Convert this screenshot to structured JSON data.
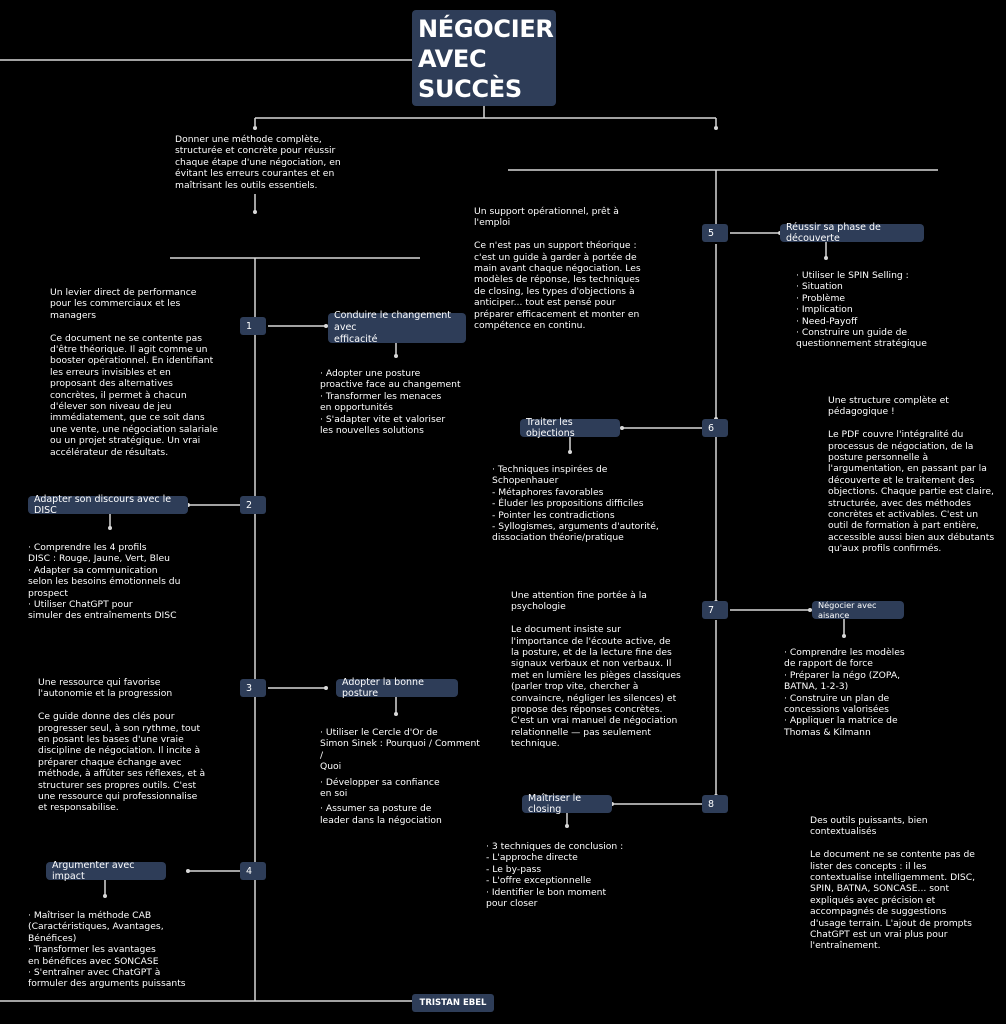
{
  "title": {
    "lines": [
      "NÉGOCIER",
      "AVEC",
      "SUCCÈS"
    ]
  },
  "intro": "Donner une méthode complète,\nstructurée et concrète pour réussir\nchaque étape d'une négociation, en\névitant les erreurs courantes et en\nmaîtrisant les outils essentiels.",
  "sections": [
    {
      "num": "1",
      "label": "Conduire le changement avec\nefficacité",
      "bullets": [
        "·            Adopter une posture\nproactive face au changement",
        "·            Transformer les menaces\nen opportunités",
        "·            S'adapter vite et valoriser\nles nouvelles solutions"
      ]
    },
    {
      "num": "2",
      "label": "Adapter son discours avec le DISC",
      "bullets": [
        "·            Comprendre les 4 profils\nDISC : Rouge, Jaune, Vert, Bleu",
        "·            Adapter sa communication\nselon les besoins émotionnels du\nprospect",
        "·            Utiliser ChatGPT pour\nsimuler des entraînements DISC"
      ]
    },
    {
      "num": "3",
      "label": "Adopter la bonne posture",
      "bullets": [
        "·            Utiliser le Cercle d'Or de\nSimon Sinek : Pourquoi / Comment /\nQuoi",
        "·            Développer sa confiance\nen soi",
        "·            Assumer sa posture de\nleader dans la négociation"
      ]
    },
    {
      "num": "4",
      "label": "Argumenter avec impact",
      "bullets": [
        "·            Maîtriser la méthode CAB\n(Caractéristiques, Avantages,\nBénéfices)",
        "·            Transformer les avantages\nen bénéfices avec SONCASE",
        "·            S'entraîner avec ChatGPT à\nformuler des arguments puissants"
      ]
    },
    {
      "num": "5",
      "label": "Réussir sa phase de découverte",
      "bullets": [
        "·            Utiliser le SPIN Selling :",
        "·            Situation",
        "·            Problème",
        "·            Implication",
        "·            Need-Payoff",
        "·            Construire un guide de\nquestionnement stratégique"
      ]
    },
    {
      "num": "6",
      "label": "Traiter les objections",
      "bullets": [
        "·            Techniques inspirées de\nSchopenhauer",
        "- Métaphores favorables",
        "- Éluder les propositions difficiles",
        "- Pointer les contradictions",
        "- Syllogismes, arguments d'autorité,\ndissociation théorie/pratique"
      ]
    },
    {
      "num": "7",
      "label": "Négocier avec aisance",
      "bullets": [
        "·            Comprendre les modèles\nde rapport de force",
        "·            Préparer la négo (ZOPA,\nBATNA, 1-2-3)",
        "·            Construire un plan de\nconcessions valorisées",
        "·            Appliquer la matrice de\nThomas & Kilmann"
      ]
    },
    {
      "num": "8",
      "label": "Maîtriser le closing",
      "bullets": [
        "·            3 techniques de conclusion :",
        "- L'approche directe",
        "- Le by-pass",
        "- L'offre exceptionnelle",
        "·            Identifier le bon moment\npour closer"
      ]
    }
  ],
  "notes": {
    "n1": "Un levier direct de performance\npour les commerciaux et les\nmanagers\n\nCe document ne se contente pas\nd'être théorique. Il agit comme un\nbooster opérationnel. En identifiant\nles erreurs invisibles et en\nproposant des alternatives\nconcrètes, il permet à chacun\nd'élever son niveau de jeu\nimmédiatement, que ce soit dans\nune vente, une négociation salariale\nou un projet stratégique. Un vrai\naccélérateur de résultats.",
    "n2": "Un support opérationnel, prêt à\nl'emploi\n\nCe n'est pas un support théorique :\nc'est un guide à garder à portée de\nmain avant chaque négociation. Les\nmodèles de réponse, les techniques\nde closing, les types d'objections à\nanticiper... tout est pensé pour\npréparer efficacement et monter en\ncompétence en continu.",
    "n3": "Une ressource qui favorise\nl'autonomie et la progression\n\nCe guide donne des clés pour\nprogresser seul, à son rythme, tout\nen posant les bases d'une vraie\ndiscipline de négociation. Il incite à\npréparer chaque échange avec\nméthode, à affûter ses réflexes, et à\nstructurer ses propres outils. C'est\nune ressource qui professionnalise\net responsabilise.",
    "n4": "Une structure complète et\npédagogique !\n\nLe PDF couvre l'intégralité du\nprocessus de négociation, de la\nposture personnelle à\nl'argumentation, en passant par la\ndécouverte et le traitement des\nobjections. Chaque partie est claire,\nstructurée, avec des méthodes\nconcrètes et activables. C'est un\noutil de formation à part entière,\naccessible aussi bien aux débutants\nqu'aux profils confirmés.",
    "n5": "Une attention fine portée à la\npsychologie\n\nLe document insiste sur\nl'importance de l'écoute active, de\nla posture, et de la lecture fine des\nsignaux verbaux et non verbaux. Il\nmet en lumière les pièges classiques\n(parler trop vite, chercher à\nconvaincre, négliger les silences) et\npropose des réponses concrètes.\nC'est un vrai manuel de négociation\nrelationnelle — pas seulement\ntechnique.",
    "n6": "Des outils puissants, bien\ncontextualisés\n\nLe document ne se contente pas de\nlister des concepts : il les\ncontextualise intelligemment. DISC,\nSPIN, BATNA, SONCASE... sont\nexpliqués avec précision et\naccompagnés de suggestions\nd'usage terrain. L'ajout de prompts\nChatGPT est un vrai plus pour\nl'entraînement."
  },
  "footer": "TRISTAN EBEL"
}
